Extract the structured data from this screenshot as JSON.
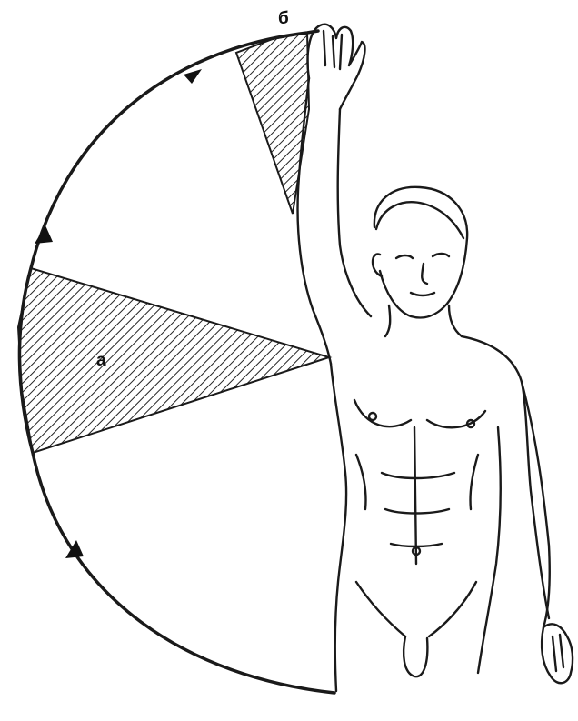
{
  "diagram": {
    "labels": {
      "a": "а",
      "b": "б"
    },
    "colors": {
      "ink": "#1a1a1a",
      "background": "#ffffff",
      "hatch": "#222222"
    },
    "elements": {
      "arc": "range-of-motion-arc",
      "zone_a": "hatched-sector-a",
      "zone_b": "hatched-sector-b",
      "arrows": "direction-arrows",
      "figure": "human-figure-arm-raised"
    }
  }
}
